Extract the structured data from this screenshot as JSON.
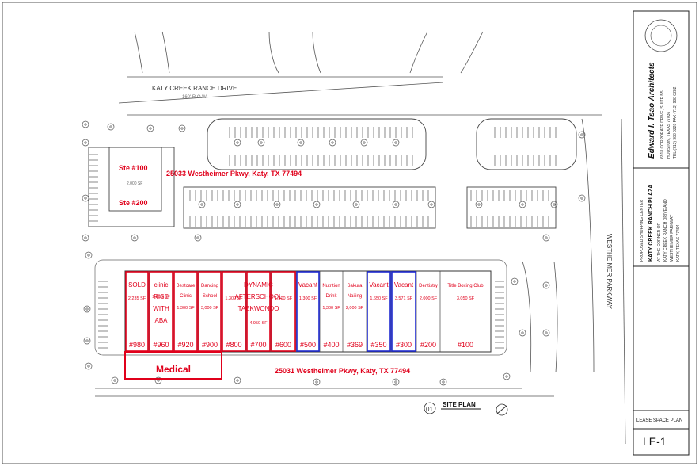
{
  "drawing": {
    "north_road": "KATY CREEK RANCH DRIVE",
    "north_road_row": "160' R.O.W.",
    "east_road": "WESTHEIMER PARKWAY",
    "upper_address": "25033 Westheimer Pkwy, Katy, TX 77494",
    "lower_address": "25031 Westheimer Pkwy, Katy, TX 77494",
    "site_plan_number": "01",
    "site_plan_label": "SITE PLAN",
    "upper_building": {
      "ste_top": "Ste #100",
      "ste_bottom": "Ste #200",
      "area": "2,000 SF"
    },
    "medical_label": "Medical",
    "tenants": [
      {
        "lines": [
          "SOLD"
        ],
        "area": "2,235 SF",
        "suite": "#980",
        "outline": "red"
      },
      {
        "lines": [
          "clinic",
          "RISE",
          "WITH",
          "ABA"
        ],
        "area": "2,250 SF",
        "suite": "#960",
        "outline": "red"
      },
      {
        "lines": [
          "Bestcare",
          "Clinic"
        ],
        "area": "1,300 SF",
        "suite": "#920",
        "outline": "red"
      },
      {
        "lines": [
          "Dancing",
          "School"
        ],
        "area": "3,000 SF",
        "suite": "#900",
        "outline": "red"
      },
      {
        "lines": [],
        "area": "1,300 SF",
        "suite": "#800",
        "outline": "red"
      },
      {
        "lines": [
          "DYNAMIC",
          "AFTERSCHOOL",
          "TAEKWONDO"
        ],
        "area": "4,950 SF",
        "suite": "#700",
        "outline": "red"
      },
      {
        "lines": [],
        "area": "1,300 SF",
        "suite": "#600",
        "outline": "red"
      },
      {
        "lines": [
          "Vacant"
        ],
        "area": "1,300 SF",
        "suite": "#500",
        "outline": "blue"
      },
      {
        "lines": [
          "Nutrition",
          "Drink"
        ],
        "area": "1,300 SF",
        "suite": "#400",
        "outline": "none"
      },
      {
        "lines": [
          "Sakura",
          "Nailing"
        ],
        "area": "2,000 SF",
        "suite": "#369",
        "outline": "none"
      },
      {
        "lines": [
          "Vacant"
        ],
        "area": "1,650 SF",
        "suite": "#350",
        "outline": "blue"
      },
      {
        "lines": [
          "Vacant"
        ],
        "area": "3,571 SF",
        "suite": "#300",
        "outline": "blue"
      },
      {
        "lines": [
          "Dentistry"
        ],
        "area": "2,000 SF",
        "suite": "#200",
        "outline": "none"
      },
      {
        "lines": [
          "Title Boxing Club"
        ],
        "area": "3,050 SF",
        "suite": "#100",
        "outline": "none"
      }
    ]
  },
  "title_block": {
    "architect": "Edward I. Tsao Architects",
    "address_lines": [
      "6918 CORPORATE DRIVE, SUITE B5",
      "HOUSTON, TEXAS 77036",
      "TEL (713) 988 0220  FAX (713) 988 0282"
    ],
    "project_kind": "PROPOSED SHOPPING CENTER",
    "project_name": "KATY CREEK RANCH PLAZA",
    "project_location": [
      "AT THE CORNER OF",
      "KATY CREEK RANCH DRIVE AND",
      "WESTHEIMER PARKWAY",
      "KATY, TEXAS 77494"
    ],
    "sheet_title": "LEASE SPACE PLAN",
    "sheet_number": "LE-1"
  },
  "colors": {
    "annotation_red": "#e0001b",
    "annotation_blue": "#1f2bd1",
    "linework": "#333333"
  }
}
